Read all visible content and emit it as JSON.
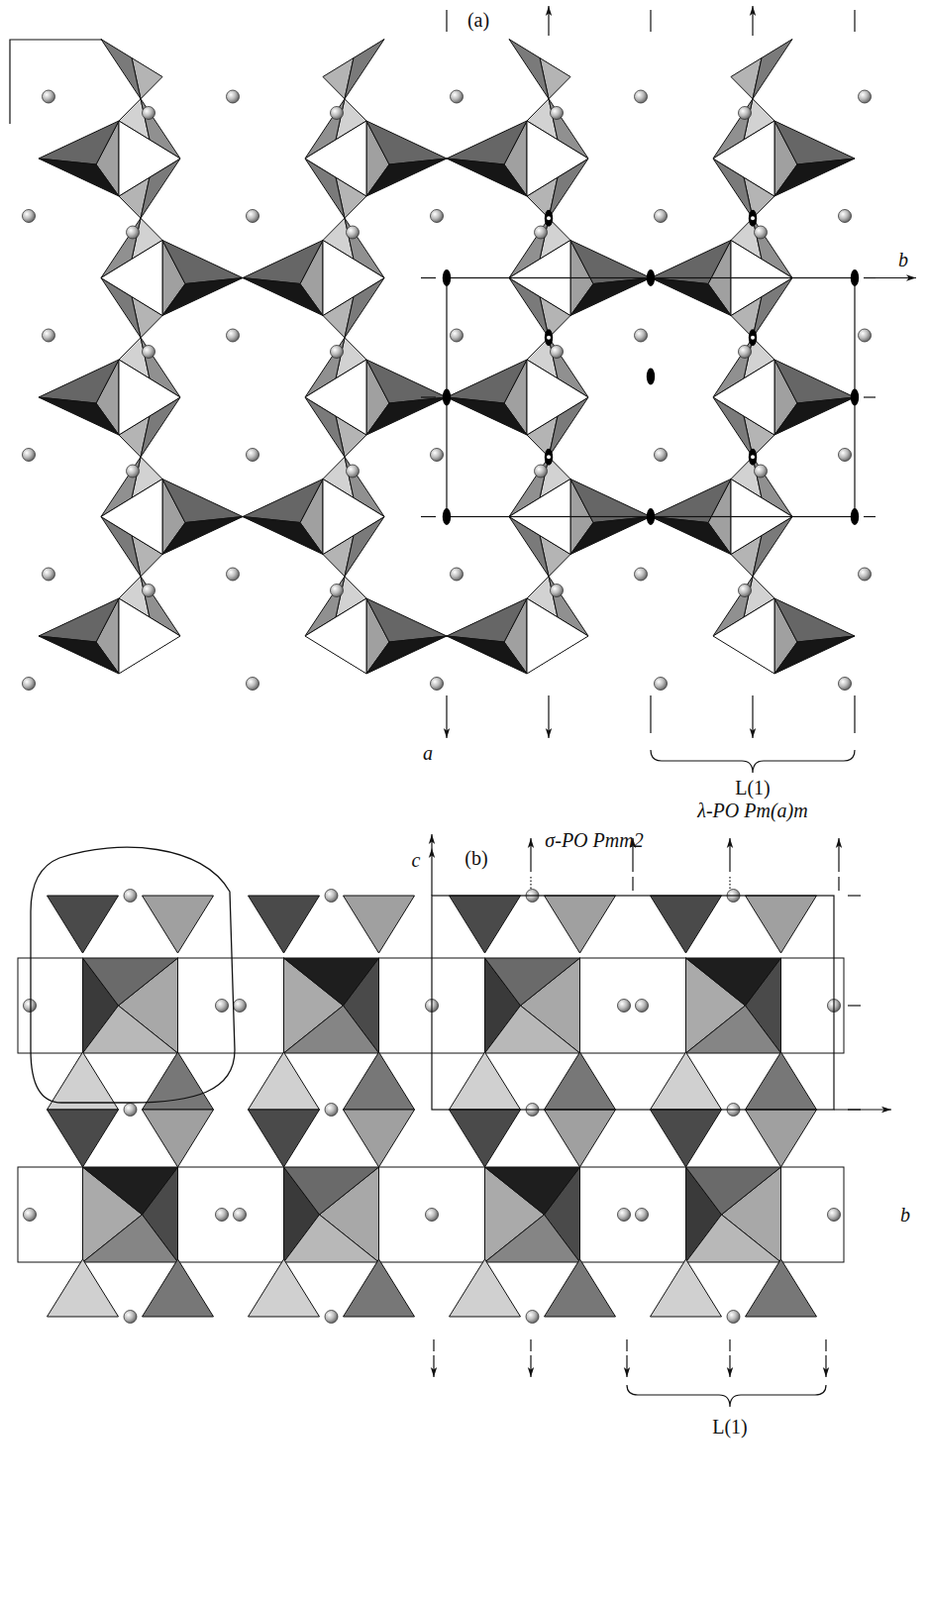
{
  "diagram": {
    "labels": [
      "(a)",
      "b",
      "a",
      "L(1)",
      "λ-PO Pm(a)m",
      "σ-PO Pmm2",
      "(b)",
      "c",
      "b",
      "L(1)"
    ]
  }
}
